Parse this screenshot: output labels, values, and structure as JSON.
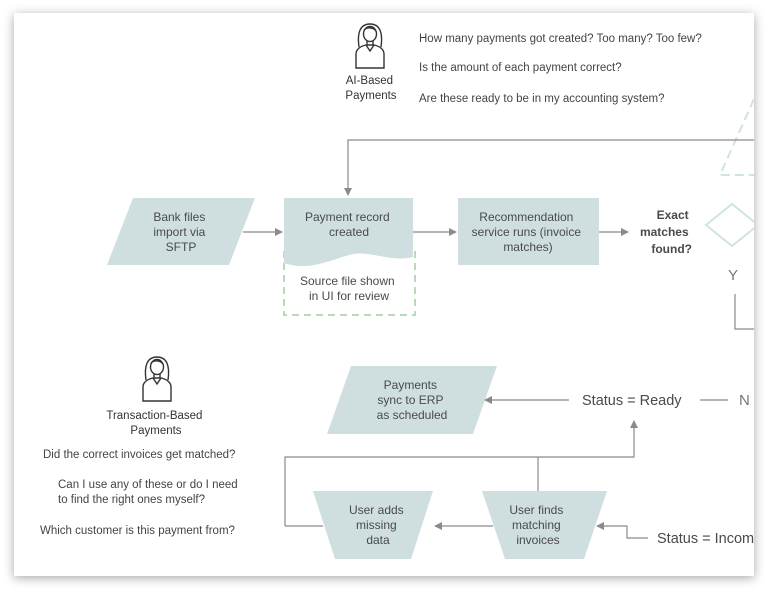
{
  "personas": {
    "ai": {
      "label_lines": [
        "AI-Based",
        "Payments"
      ],
      "questions": [
        "How many payments got created? Too many? Too few?",
        "Is the amount of each payment correct?",
        "Are these ready to be in my accounting system?"
      ]
    },
    "txn": {
      "label_lines": [
        "Transaction-Based",
        "Payments"
      ],
      "questions": [
        [
          "Did the correct invoices get matched?"
        ],
        [
          "Can I use any of these or do I need",
          "to find the right ones myself?"
        ],
        [
          "Which customer is this payment from?"
        ]
      ]
    }
  },
  "nodes": {
    "bank_files": [
      "Bank files",
      "import via",
      "SFTP"
    ],
    "payment_record": [
      "Payment record",
      "created"
    ],
    "source_file": [
      "Source file shown",
      "in UI for review"
    ],
    "recommendation": [
      "Recommendation",
      "service runs (invoice",
      "matches)"
    ],
    "exact_matches": [
      "Exact",
      "matches",
      "found?"
    ],
    "yes_label": "Y",
    "no_label": "N",
    "payments_sync": [
      "Payments",
      "sync to ERP",
      "as scheduled"
    ],
    "status_ready": "Status = Ready",
    "status_incomplete": "Status = Incom",
    "user_finds": [
      "User finds",
      "matching",
      "invoices"
    ],
    "user_adds": [
      "User adds",
      "missing",
      "data"
    ]
  },
  "colors": {
    "box_fill": "#cfdfdf",
    "arrow": "#8a8a8a",
    "text": "#4a4a4a",
    "dashed_green": "#b9dab9",
    "decision_outline": "#cfe3e3",
    "icon_stroke": "#333333"
  },
  "icons": {
    "ai_persona": "woman-avatar-icon",
    "txn_persona": "woman-avatar-icon"
  }
}
